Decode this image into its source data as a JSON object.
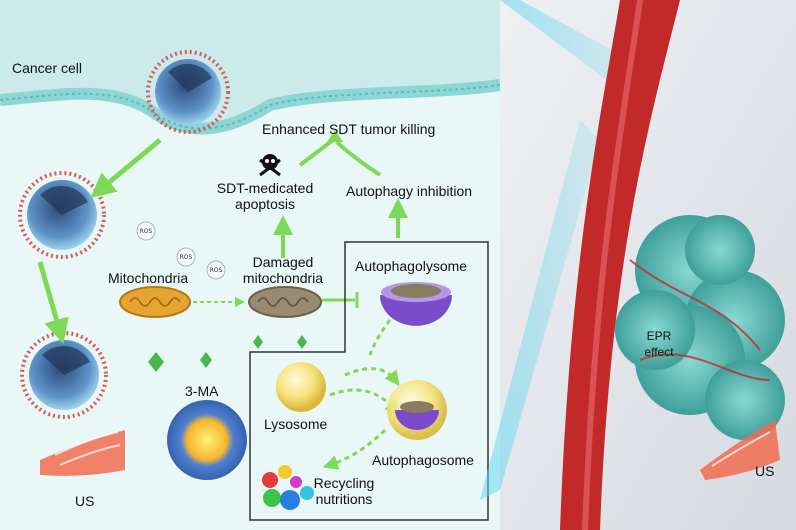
{
  "labels": {
    "cancer_cell": "Cancer cell",
    "enhanced_killing": "Enhanced SDT tumor killing",
    "sdt_apoptosis": "SDT-medicated\napoptosis",
    "autophagy_inhibition": "Autophagy inhibition",
    "ros": "ROS",
    "mitochondria": "Mitochondria",
    "damaged_mitochondria": "Damaged\nmitochondria",
    "autophagolysome": "Autophagolysome",
    "three_ma": "3-MA",
    "lysosome": "Lysosome",
    "autophagosome": "Autophagosome",
    "recycling_nutritions": "Recycling\nnutritions",
    "us_left": "US",
    "us_right": "US",
    "epr_effect": "EPR\neffect"
  },
  "colors": {
    "arrow_green": "#7ed957",
    "membrane": "#7ccfcf",
    "cytoplasm": "#e6f6f6",
    "vessel": "#c22a2a",
    "tumor": "#6fc7c2",
    "ultrasound": "#f26b4f",
    "mitochondria": "#e6a531",
    "damaged_mitochondria": "#9a8a72",
    "autophagolysome": "#7b4cc9",
    "lysosome": "#f3e07a"
  },
  "icons": {
    "skull": "skull-crossbones-icon",
    "ultrasound": "ultrasound-wave-icon"
  }
}
